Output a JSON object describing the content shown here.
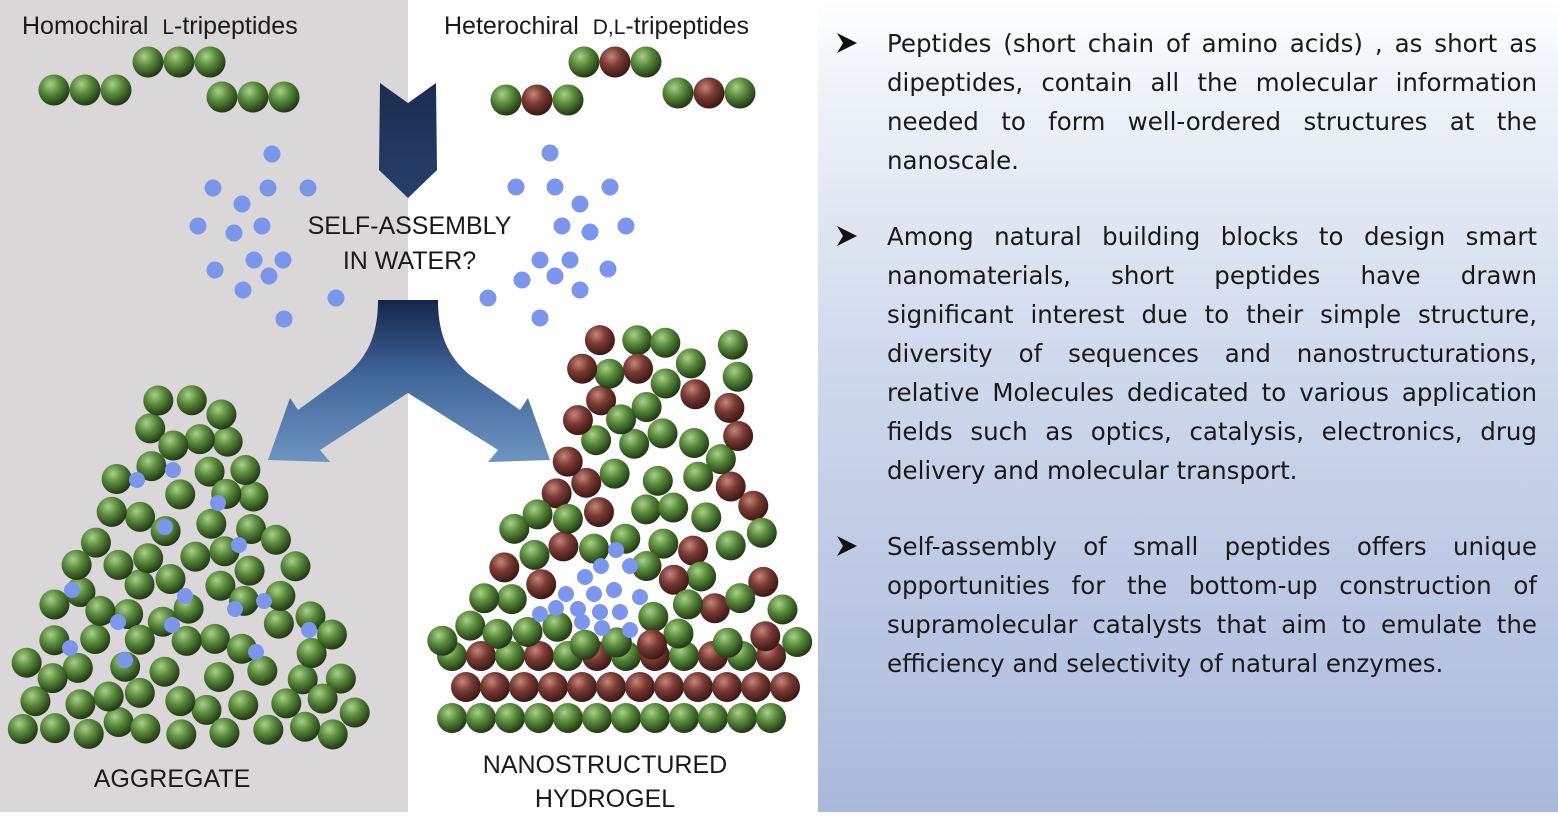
{
  "labels": {
    "homochiral_prefix": "Homochiral",
    "homochiral_config": "L",
    "homochiral_suffix": "-tripeptides",
    "heterochiral_prefix": "Heterochiral",
    "heterochiral_config": "D,L",
    "heterochiral_suffix": "-tripeptides",
    "question_line1": "SELF-ASSEMBLY",
    "question_line2": "IN WATER?",
    "aggregate": "AGGREGATE",
    "hydrogel_line1": "NANOSTRUCTURED",
    "hydrogel_line2": "HYDROGEL"
  },
  "bullets": [
    "Peptides (short chain of amino acids) , as short as dipeptides, contain all the molecular information needed to form well-ordered structures at the nanoscale.",
    "Among natural building blocks to design smart nanomaterials, short peptides have drawn significant interest due to their simple structure, diversity of sequences and nanostructurations, relative Molecules dedicated to various application fields such as optics, catalysis, electronics, drug delivery and molecular transport.",
    "Self-assembly of small peptides offers unique opportunities for the bottom-up construction of supramolecular catalysts that aim to emulate the efficiency and selectivity of natural enzymes."
  ],
  "colors": {
    "l_residue": "#5a8a3c",
    "d_residue": "#7a3b34",
    "water": "#7b96ea",
    "arrow_dark": "#1c2d4f",
    "arrow_light": "#5c83b4",
    "left_bg": "#d9d7d7"
  },
  "icons": {
    "bullet": "arrowhead-bullet-icon"
  }
}
